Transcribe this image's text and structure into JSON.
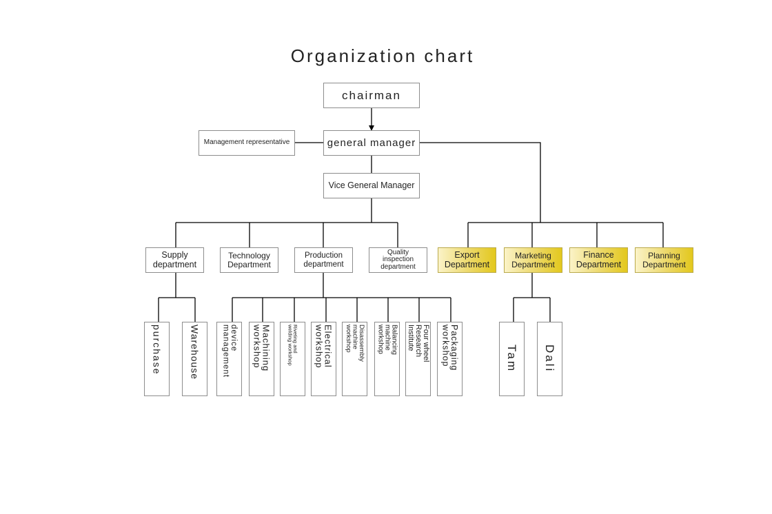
{
  "title": "Organization chart",
  "nodes": {
    "chairman": "chairman",
    "general_manager": "general manager",
    "management_representative": "Management representative",
    "vice_general_manager": "Vice General Manager",
    "supply": "Supply\ndepartment",
    "technology": "Technology\nDepartment",
    "production": "Production\ndepartment",
    "quality": "Quality\ninspection\ndepartment",
    "export": "Export\nDepartment",
    "marketing": "Marketing\nDepartment",
    "finance": "Finance\nDepartment",
    "planning": "Planning\nDepartment",
    "purchase": "purchase",
    "warehouse": "Warehouse",
    "device": "device\nmanagement",
    "machining": "Machining\nworkshop",
    "riveting": "Riveting and\nwelding workshop",
    "electrical": "Electrical\nworkshop",
    "disassembly": "Disassembly\nmachine\nworkshop",
    "balancing": "Balancing\nmachine\nworkshop",
    "fourwheel": "Four wheel\nResearch\nInstitute",
    "packaging": "Packaging\nworkshop",
    "tam": "Tam",
    "dali": "Dali"
  },
  "colors": {
    "line": "#000000",
    "border": "#8c8c8c",
    "highlight": "#e3c81d"
  }
}
